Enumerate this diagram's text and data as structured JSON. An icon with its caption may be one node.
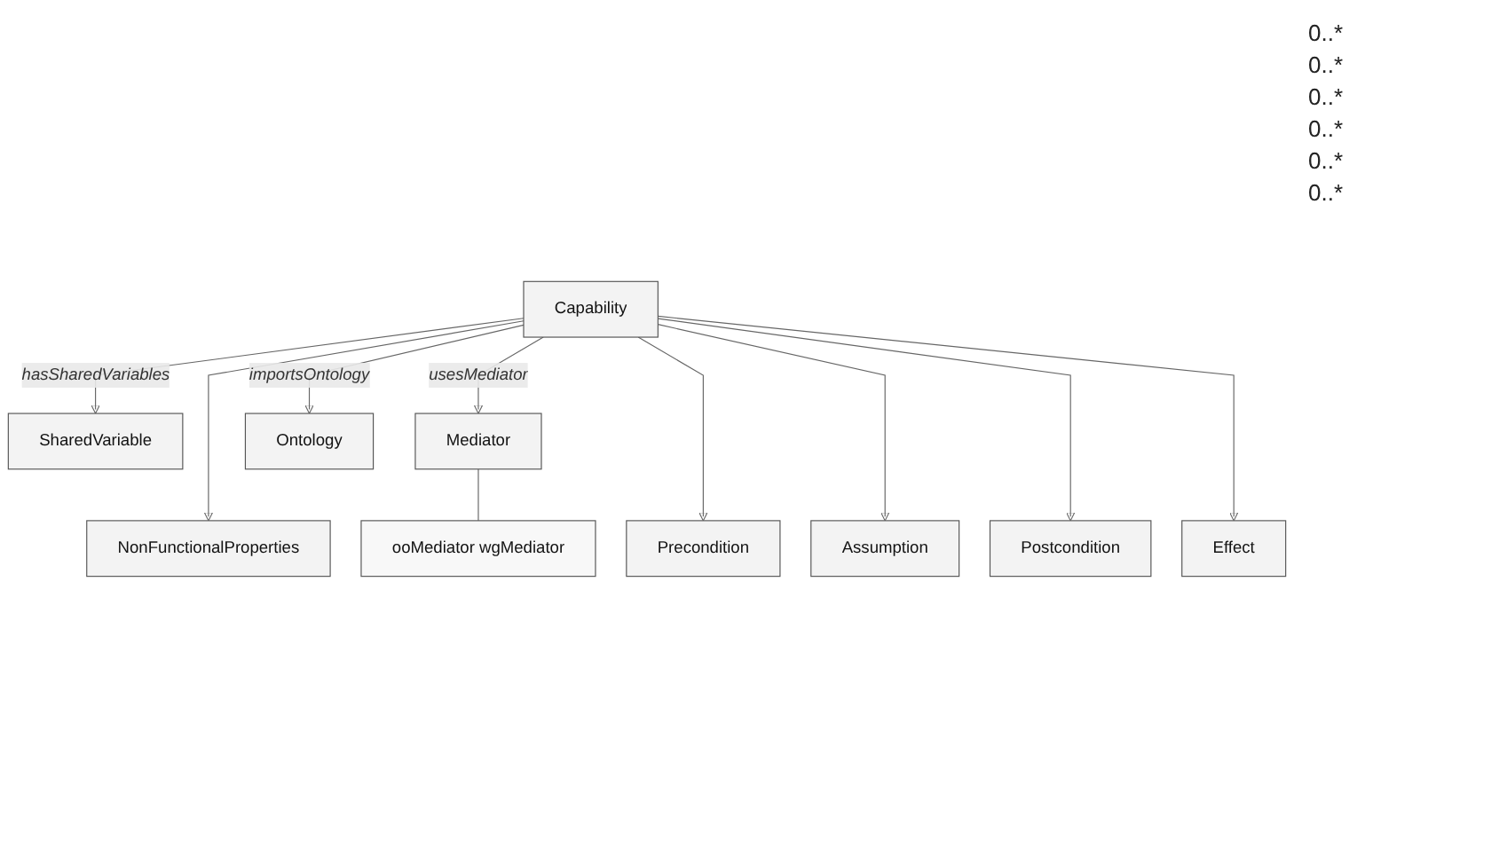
{
  "diagram": {
    "nodes": [
      {
        "text": [
          "NonFunctionalProperties"
        ]
      },
      {
        "text": [
          "SharedVariable"
        ]
      },
      {
        "text": [
          "Mediator"
        ]
      },
      {
        "text": [
          "Capability"
        ]
      },
      {
        "text": [
          "Ontology"
        ]
      },
      {
        "text": [
          "ooMediator wgMediator"
        ]
      },
      {
        "text": [
          "Precondition"
        ]
      },
      {
        "text": [
          "Assumption"
        ]
      },
      {
        "text": [
          "Postcondition"
        ]
      },
      {
        "text": [
          "Effect"
        ]
      }
    ],
    "edges": [
      {
        "from": 3,
        "to": 0,
        "arrow": "to"
      },
      {
        "from": 3,
        "to": 1,
        "arrow": "to",
        "label": "hasSharedVariables"
      },
      {
        "from": 3,
        "to": 2,
        "arrow": "to",
        "label": "usesMediator"
      },
      {
        "from": 3,
        "to": 4,
        "arrow": "to",
        "label": "importsOntology"
      },
      {
        "from": 2,
        "to": 5,
        "arrow": "none"
      },
      {
        "from": 3,
        "to": 6,
        "arrow": "to"
      },
      {
        "from": 3,
        "to": 7,
        "arrow": "to"
      },
      {
        "from": 3,
        "to": 8,
        "arrow": "to"
      },
      {
        "from": 3,
        "to": 9,
        "arrow": "to"
      }
    ],
    "labels": [
      "0..*",
      "0..*",
      "0..*",
      "0..*",
      "0..*",
      "0..*"
    ]
  }
}
